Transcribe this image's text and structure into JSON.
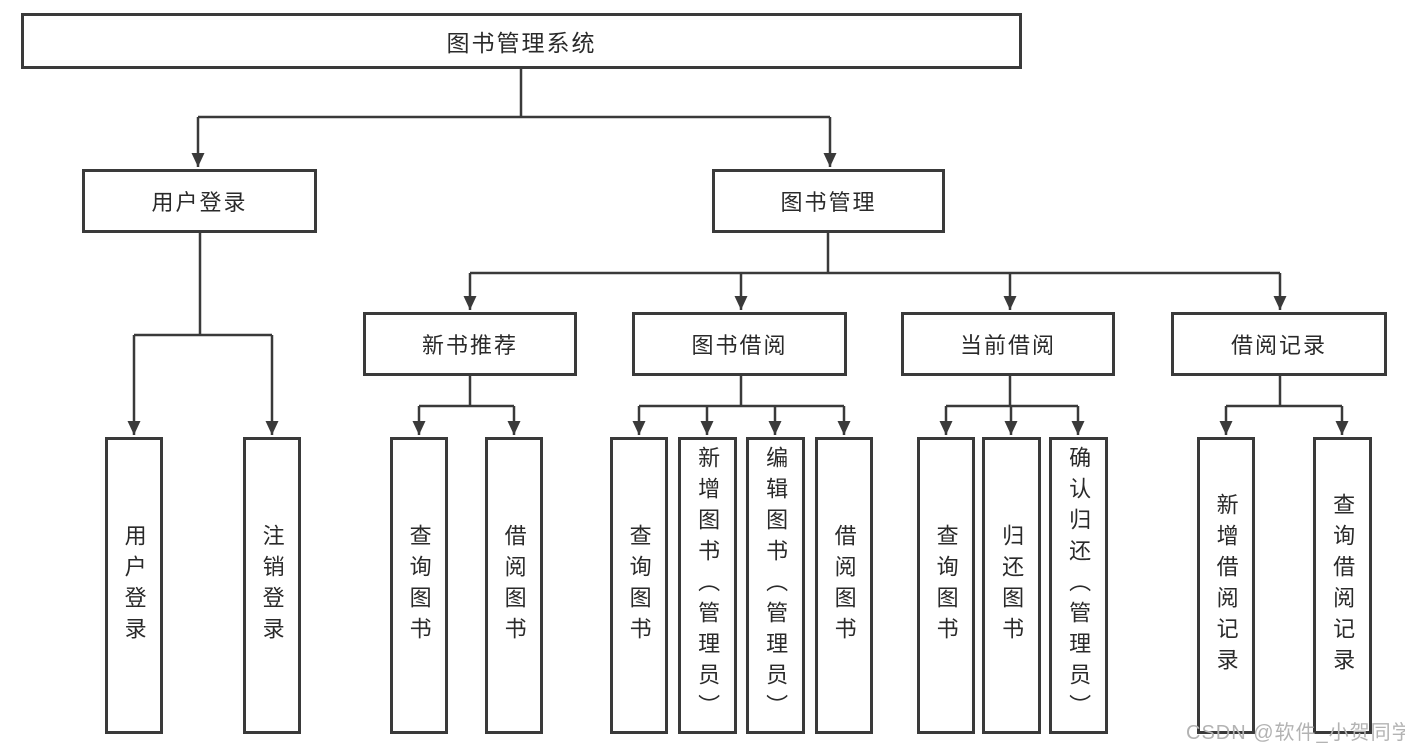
{
  "diagram": {
    "root": {
      "label": "图书管理系统"
    },
    "branch_user": {
      "label": "用户登录",
      "leaves": [
        {
          "label": "用户登录"
        },
        {
          "label": "注销登录"
        }
      ]
    },
    "branch_book": {
      "label": "图书管理",
      "sections": [
        {
          "label": "新书推荐",
          "leaves": [
            {
              "label": "查询图书"
            },
            {
              "label": "借阅图书"
            }
          ]
        },
        {
          "label": "图书借阅",
          "leaves": [
            {
              "label": "查询图书"
            },
            {
              "label": "新增图书（管理员）"
            },
            {
              "label": "编辑图书（管理员）"
            },
            {
              "label": "借阅图书"
            }
          ]
        },
        {
          "label": "当前借阅",
          "leaves": [
            {
              "label": "查询图书"
            },
            {
              "label": "归还图书"
            },
            {
              "label": "确认归还（管理员）"
            }
          ]
        },
        {
          "label": "借阅记录",
          "leaves": [
            {
              "label": "新增借阅记录"
            },
            {
              "label": "查询借阅记录"
            }
          ]
        }
      ]
    }
  },
  "watermark": {
    "text": "CSDN @软件_小贺同学"
  },
  "colors": {
    "line": "#3a3a3a",
    "text": "#2a2a2a",
    "watermark_text": "#b3b3b3",
    "background": "#ffffff"
  }
}
